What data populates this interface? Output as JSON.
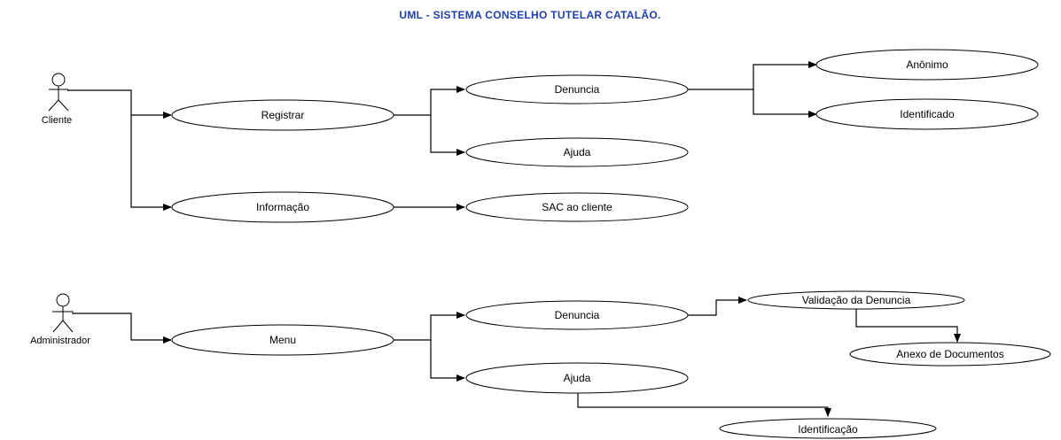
{
  "title": "UML - SISTEMA CONSELHO TUTELAR CATALÃO.",
  "actors": {
    "cliente": "Cliente",
    "administrador": "Administrador"
  },
  "use_cases": {
    "registrar": "Registrar",
    "informacao": "Informação",
    "denuncia_cliente": "Denuncia",
    "ajuda_cliente": "Ajuda",
    "sac": "SAC ao cliente",
    "anonimo": "Anônimo",
    "identificado": "Identificado",
    "menu": "Menu",
    "denuncia_admin": "Denuncia",
    "ajuda_admin": "Ajuda",
    "validacao": "Validação da Denuncia",
    "anexo": "Anexo de Documentos",
    "identificacao": "Identificação"
  },
  "colors": {
    "title": "#1f3fae",
    "line": "#000000"
  }
}
